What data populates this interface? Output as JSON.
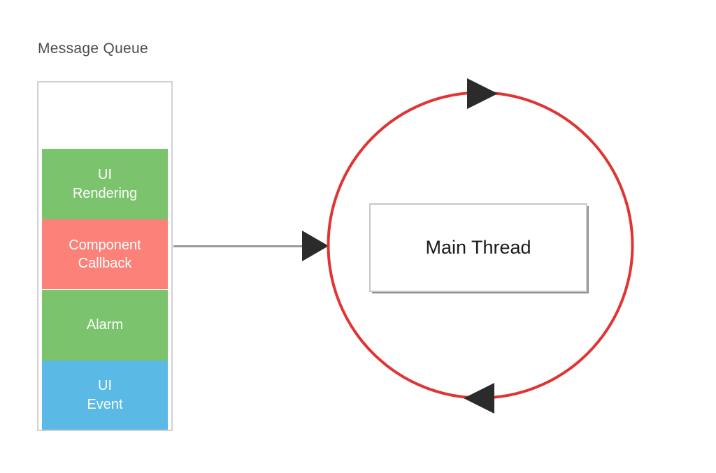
{
  "diagram": {
    "title_text": "Message Queue",
    "background_color": "#ffffff",
    "queue": {
      "label": "Message Queue",
      "border_color": "#d0d0d0",
      "slots": [
        {
          "id": "empty-slot",
          "lines": [],
          "fill": "transparent",
          "text": ""
        },
        {
          "id": "ui-rendering",
          "lines": [
            "UI",
            "Rendering"
          ],
          "fill": "#7bc36c",
          "text": "UI Rendering"
        },
        {
          "id": "component-callback",
          "lines": [
            "Component",
            "Callback"
          ],
          "fill": "#fc8179",
          "text": "Component Callback"
        },
        {
          "id": "alarm",
          "lines": [
            "Alarm"
          ],
          "fill": "#7bc36c",
          "text": "Alarm"
        },
        {
          "id": "ui-event",
          "lines": [
            "UI",
            "Event"
          ],
          "fill": "#5bb9e6",
          "text": "UI Event"
        }
      ]
    },
    "main_thread": {
      "label": "Main Thread",
      "border_color": "#c8c8c8",
      "fill": "#ffffff"
    },
    "cycle": {
      "color": "#e03434",
      "direction": "clockwise",
      "arrow_color": "#2b2b2b",
      "top_arrow_label": "clockwise-top",
      "bottom_arrow_label": "clockwise-bottom"
    },
    "connector": {
      "from": "Component Callback",
      "to": "Main Thread",
      "line_color": "#999999",
      "head_color": "#2b2b2b"
    }
  }
}
